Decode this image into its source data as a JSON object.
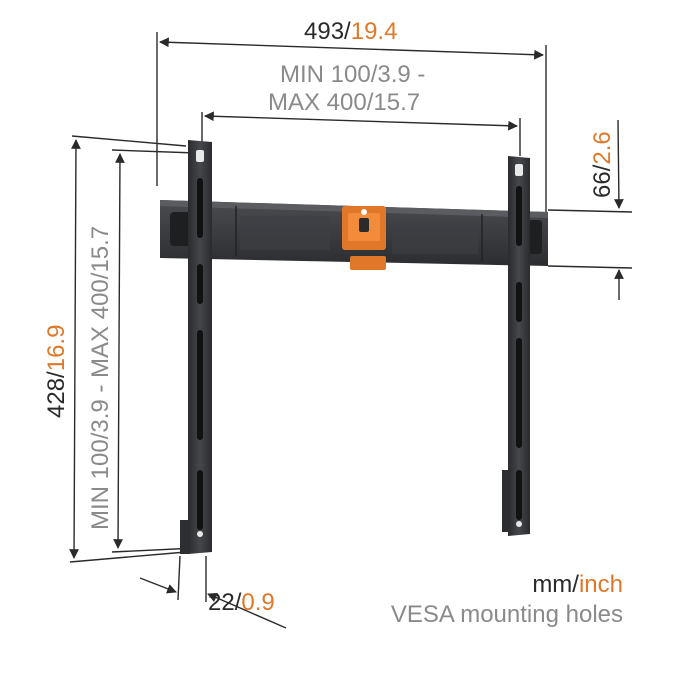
{
  "width_dim": {
    "mm": "493",
    "sep": "/",
    "inch": "19.4"
  },
  "vesa_horizontal": {
    "line1_a": "MIN 100",
    "line1_b": "/3.9 -",
    "line2_a": "MAX 400",
    "line2_b": "/15.7"
  },
  "height_dim": {
    "mm": "428",
    "sep": "/",
    "inch": "16.9"
  },
  "vesa_vertical": {
    "a": "MIN 100",
    "b": "/3.9 - ",
    "c": "MAX 400",
    "d": "/15.7"
  },
  "offset_dim": {
    "mm": "66",
    "sep": "/",
    "inch": "2.6"
  },
  "depth_dim": {
    "mm": "22",
    "sep": "/",
    "inch": "0.9"
  },
  "legend": {
    "unit_mm": "mm",
    "unit_sep": "/",
    "unit_inch": "inch",
    "caption": "VESA mounting holes"
  },
  "colors": {
    "accent": "#e0782a",
    "metal": "#3a3c3f",
    "metal_dark": "#2a2b2e",
    "text_dark": "#2a2a2a",
    "text_gray": "#8a8a8a"
  }
}
